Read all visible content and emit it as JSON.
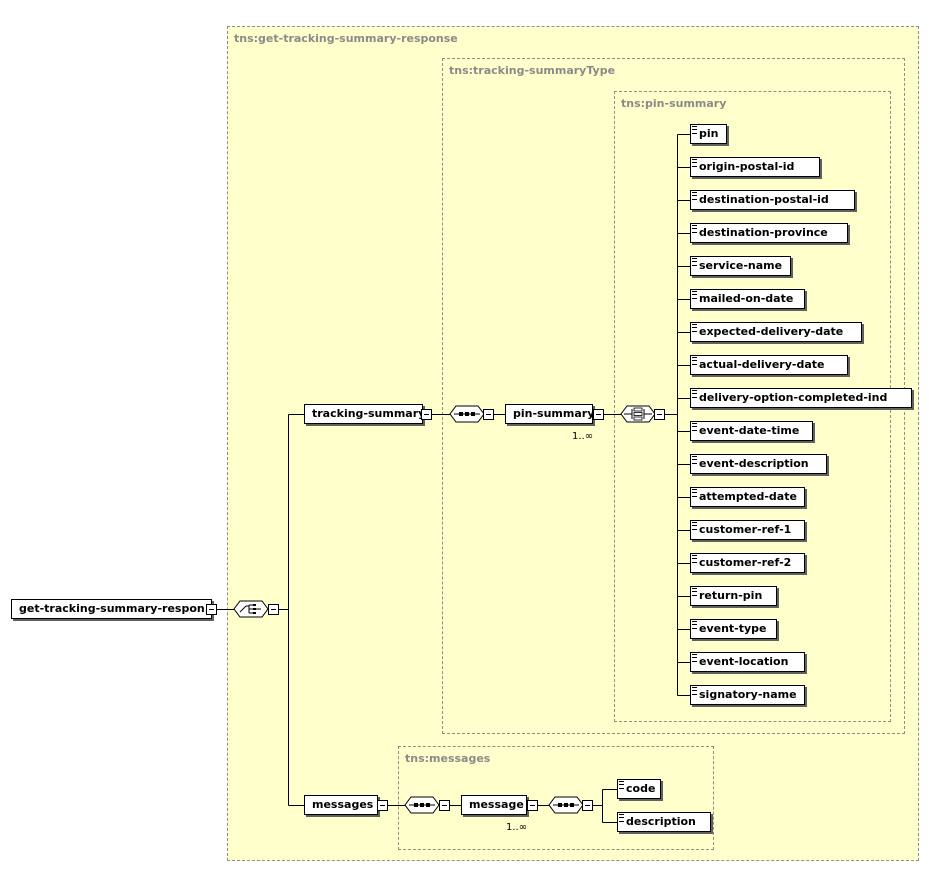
{
  "regions": {
    "response": "tns:get-tracking-summary-response",
    "summary_type": "tns:tracking-summaryType",
    "pin_summary": "tns:pin-summary",
    "messages": "tns:messages"
  },
  "root": {
    "label": "get-tracking-summary-respon..."
  },
  "elements": {
    "tracking_summary": "tracking-summary",
    "pin_summary": "pin-summary",
    "pin_summary_cardinality": "1..∞",
    "messages": "messages",
    "message": "message",
    "message_cardinality": "1..∞"
  },
  "compositors": {
    "root": "choice",
    "tracking_summary": "sequence",
    "pin_summary": "all",
    "messages": "sequence",
    "message": "sequence"
  },
  "pin_summary_fields": [
    "pin",
    "origin-postal-id",
    "destination-postal-id",
    "destination-province",
    "service-name",
    "mailed-on-date",
    "expected-delivery-date",
    "actual-delivery-date",
    "delivery-option-completed-ind",
    "event-date-time",
    "event-description",
    "attempted-date",
    "customer-ref-1",
    "customer-ref-2",
    "return-pin",
    "event-type",
    "event-location",
    "signatory-name"
  ],
  "message_fields": [
    "code",
    "description"
  ]
}
